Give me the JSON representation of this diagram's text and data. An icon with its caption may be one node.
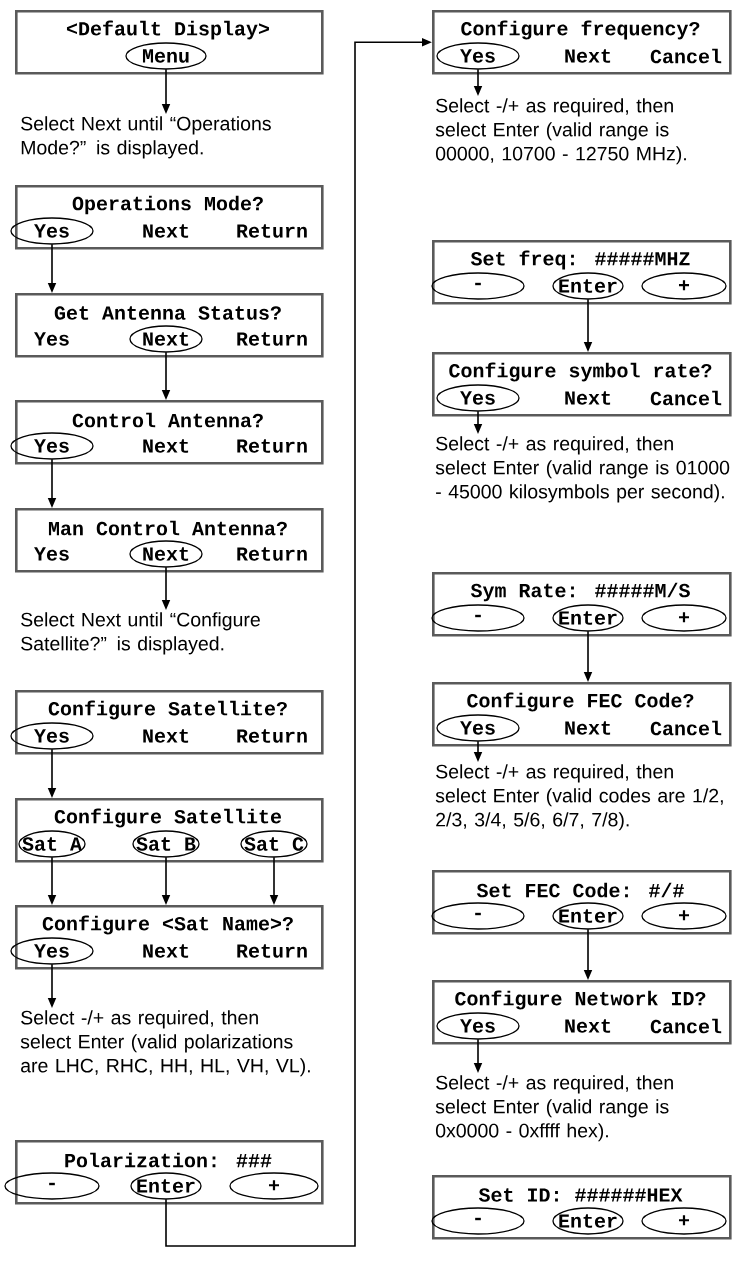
{
  "diagram": {
    "nodes": [
      {
        "text": [
          "<Default Display>"
        ]
      },
      {
        "text": [
          "Menu"
        ],
        "in": 0
      },
      {
        "text": [
          "Select Next until “Operations Mode?” is displayed."
        ]
      },
      {
        "text": [
          "Operations Mode?",
          "Next",
          "Return"
        ]
      },
      {
        "text": [
          "Yes"
        ],
        "in": 3
      },
      {
        "text": [
          "Get Antenna Status?",
          "Yes",
          "Return"
        ]
      },
      {
        "text": [
          "Next"
        ],
        "in": 5
      },
      {
        "text": [
          "Control Antenna?",
          "Next",
          "Return"
        ]
      },
      {
        "text": [
          "Yes"
        ],
        "in": 7
      },
      {
        "text": [
          "Man Control Antenna?",
          "Yes",
          "Return"
        ]
      },
      {
        "text": [
          "Next"
        ],
        "in": 9
      },
      {
        "text": [
          "Select Next until “Configure Satellite?” is displayed."
        ]
      },
      {
        "text": [
          "Configure Satellite?",
          "Next",
          "Return"
        ]
      },
      {
        "text": [
          "Yes"
        ],
        "in": 12
      },
      {
        "text": [
          "Configure Satellite"
        ]
      },
      {
        "text": [
          "Sat A"
        ],
        "in": 14
      },
      {
        "text": [
          "Sat B"
        ],
        "in": 14
      },
      {
        "text": [
          "Sat C"
        ],
        "in": 14
      },
      {
        "text": [
          "Configure <Sat Name>?",
          "Next",
          "Return"
        ]
      },
      {
        "text": [
          "Yes"
        ],
        "in": 18
      },
      {
        "text": [
          "Select -/+ as required, then select Enter (valid polarizations are LHC, RHC, HH, HL, VH, VL)."
        ]
      },
      {
        "text": [
          "Polarization: ###"
        ]
      },
      {
        "text": [
          "-"
        ],
        "in": 21
      },
      {
        "text": [
          "Enter"
        ],
        "in": 21
      },
      {
        "text": [
          "+"
        ],
        "in": 21
      },
      {
        "text": [
          "Configure frequency?",
          "Next",
          "Cancel"
        ]
      },
      {
        "text": [
          "Yes"
        ],
        "in": 25
      },
      {
        "text": [
          "Select -/+ as required, then select Enter (valid range is 00000, 10700 - 12750 MHz)."
        ]
      },
      {
        "text": [
          "Set freq: #####MHZ"
        ]
      },
      {
        "text": [
          "-"
        ],
        "in": 28
      },
      {
        "text": [
          "Enter"
        ],
        "in": 28
      },
      {
        "text": [
          "+"
        ],
        "in": 28
      },
      {
        "text": [
          "Configure symbol rate?",
          "Next",
          "Cancel"
        ]
      },
      {
        "text": [
          "Yes"
        ],
        "in": 32
      },
      {
        "text": [
          "Select -/+ as required, then select Enter (valid range is 01000 - 45000 kilosymbols per second)."
        ]
      },
      {
        "text": [
          "Sym Rate: #####M/S"
        ]
      },
      {
        "text": [
          "-"
        ],
        "in": 35
      },
      {
        "text": [
          "Enter"
        ],
        "in": 35
      },
      {
        "text": [
          "+"
        ],
        "in": 35
      },
      {
        "text": [
          "Configure FEC Code?",
          "Next",
          "Cancel"
        ]
      },
      {
        "text": [
          "Yes"
        ],
        "in": 39
      },
      {
        "text": [
          "Select -/+ as required, then select Enter (valid codes are 1/2, 2/3, 3/4, 5/6, 6/7, 7/8)."
        ]
      },
      {
        "text": [
          "Set FEC Code: #/#"
        ]
      },
      {
        "text": [
          "-"
        ],
        "in": 42
      },
      {
        "text": [
          "Enter"
        ],
        "in": 42
      },
      {
        "text": [
          "+"
        ],
        "in": 42
      },
      {
        "text": [
          "Configure Network ID?",
          "Next",
          "Cancel"
        ]
      },
      {
        "text": [
          "Yes"
        ],
        "in": 46
      },
      {
        "text": [
          "Select -/+ as required, then select Enter (valid range is 0x0000 - 0xffff hex)."
        ]
      },
      {
        "text": [
          "Set ID: ######HEX"
        ]
      },
      {
        "text": [
          "-"
        ],
        "in": 49
      },
      {
        "text": [
          "Enter"
        ],
        "in": 49
      },
      {
        "text": [
          "+"
        ],
        "in": 49
      }
    ],
    "edges": [
      {
        "from": 1,
        "to": 2,
        "arrow": "to"
      },
      {
        "from": 4,
        "to": 5,
        "arrow": "to"
      },
      {
        "from": 6,
        "to": 7,
        "arrow": "to"
      },
      {
        "from": 8,
        "to": 9,
        "arrow": "to"
      },
      {
        "from": 10,
        "to": 11,
        "arrow": "to"
      },
      {
        "from": 13,
        "to": 14,
        "arrow": "to"
      },
      {
        "from": 15,
        "to": 18,
        "arrow": "to"
      },
      {
        "from": 16,
        "to": 18,
        "arrow": "to"
      },
      {
        "from": 17,
        "to": 18,
        "arrow": "to"
      },
      {
        "from": 19,
        "to": 20,
        "arrow": "to"
      },
      {
        "from": 23,
        "to": 25,
        "arrow": "to"
      },
      {
        "from": 26,
        "to": 27,
        "arrow": "to"
      },
      {
        "from": 30,
        "to": 32,
        "arrow": "to"
      },
      {
        "from": 33,
        "to": 34,
        "arrow": "to"
      },
      {
        "from": 37,
        "to": 39,
        "arrow": "to"
      },
      {
        "from": 40,
        "to": 41,
        "arrow": "to"
      },
      {
        "from": 44,
        "to": 46,
        "arrow": "to"
      },
      {
        "from": 47,
        "to": 48,
        "arrow": "to"
      }
    ]
  }
}
